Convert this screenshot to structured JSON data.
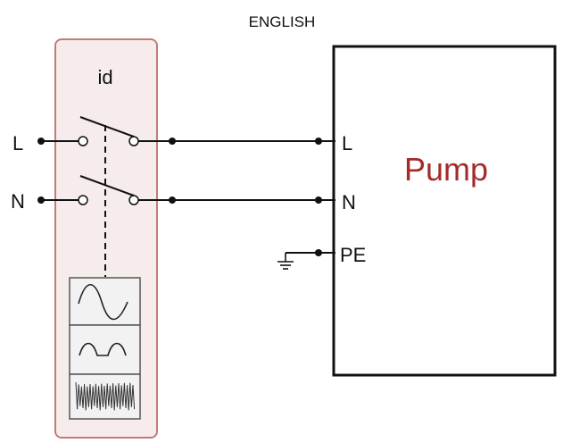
{
  "header": {
    "language_label": "ENGLISH"
  },
  "rcd": {
    "label": "id",
    "fill_color": "#f6ecec",
    "border_color": "#c47a7a",
    "waveform_icons": [
      "sine-wave-icon",
      "half-wave-pulse-icon",
      "dc-noise-icon"
    ]
  },
  "supply": {
    "line_label": "L",
    "neutral_label": "N"
  },
  "pump": {
    "title": "Pump",
    "title_color": "#a52a2a",
    "terminals": {
      "line": "L",
      "neutral": "N",
      "earth": "PE"
    }
  },
  "earth": {
    "icon": "ground-icon"
  }
}
